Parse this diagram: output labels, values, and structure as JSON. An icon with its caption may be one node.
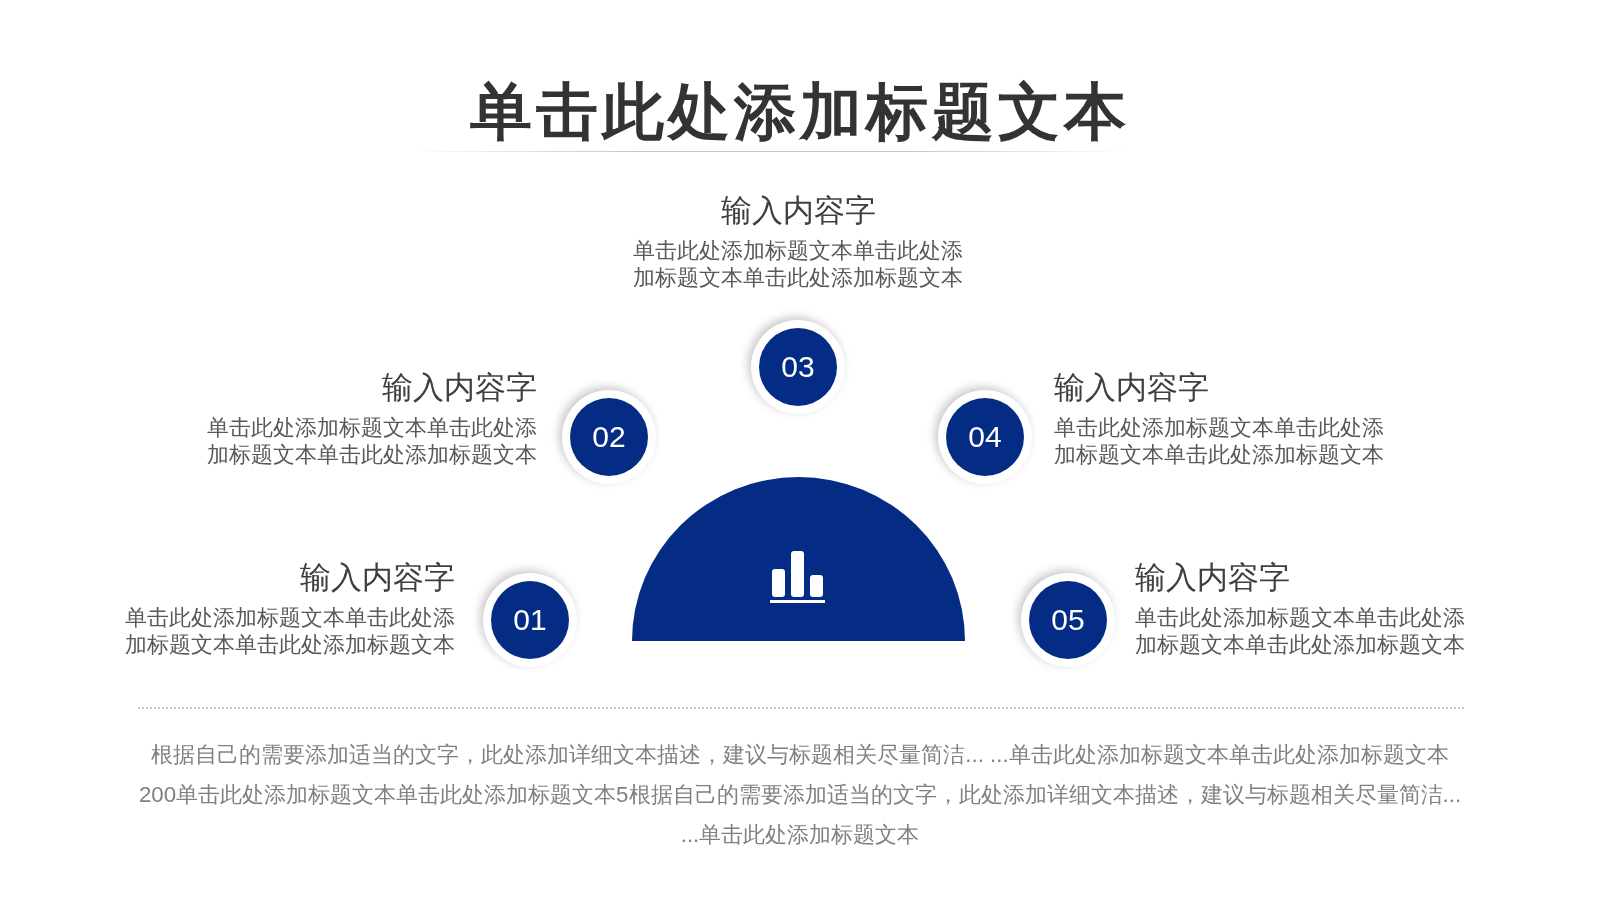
{
  "diagram": {
    "title": "单击此处添加标题文本",
    "nodes": [
      {
        "text": [
          "01"
        ],
        "beside": [
          "输入内容字",
          "单击此处添加标题文本单击此处添加标题文本单击此处添加标题文本"
        ]
      },
      {
        "text": [
          "02"
        ],
        "beside": [
          "输入内容字",
          "单击此处添加标题文本单击此处添加标题文本单击此处添加标题文本"
        ]
      },
      {
        "text": [
          "03"
        ],
        "beside": [
          "输入内容字",
          "单击此处添加标题文本单击此处添加标题文本单击此处添加标题文本"
        ]
      },
      {
        "text": [
          "04"
        ],
        "beside": [
          "输入内容字",
          "单击此处添加标题文本单击此处添加标题文本单击此处添加标题文本"
        ]
      },
      {
        "text": [
          "05"
        ],
        "beside": [
          "输入内容字",
          "单击此处添加标题文本单击此处添加标题文本单击此处添加标题文本"
        ]
      }
    ],
    "caption": "根据自己的需要添加适当的文字，此处添加详细文本描述，建议与标题相关尽量简洁... ...单击此处添加标题文本单击此处添加标题文本200单击此处添加标题文本单击此处添加标题文本5根据自己的需要添加适当的文字，此处添加详细文本描述，建议与标题相关尽量简洁... ...单击此处添加标题文本"
  }
}
